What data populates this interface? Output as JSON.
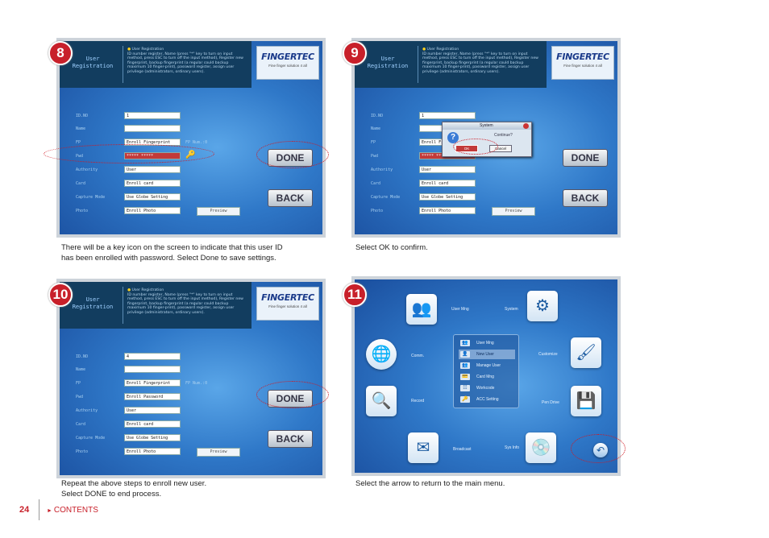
{
  "steps": [
    {
      "number": "8",
      "caption_line1": "There will be a key icon on the screen to indicate that this user ID",
      "caption_line2": "has been enrolled with password. Select Done to save settings."
    },
    {
      "number": "9",
      "caption_line1": "Select OK to confirm."
    },
    {
      "number": "10",
      "caption_line1": "Repeat the above steps to enroll new user.",
      "caption_line2": "Select DONE to end process."
    },
    {
      "number": "11",
      "caption_line1": "Select the arrow  to return to the main menu."
    }
  ],
  "screen": {
    "title_line1": "User",
    "title_line2": "Registration",
    "note_heading": "User Registration",
    "note_body": "ID number register, Name (press \"*\" key to turn on input method, press ESC to turn off the input method), Register new fingerprint, backup fingerprint (a regular could backup maximum 10 finger-print), password register, assign user privilege (administrators, ordinary users).",
    "logo_name": "FINGERTEC",
    "logo_tag": "Fine finger solution 4 all",
    "done_label": "DONE",
    "back_label": "BACK",
    "labels": {
      "id": "ID.NO",
      "name": "Name",
      "fp": "FP",
      "pwd": "Pwd",
      "authority": "Authority",
      "card": "Card",
      "capture": "Capture Mode",
      "photo": "Photo"
    },
    "fp_count": "FP Num.:0",
    "enroll_fp": "Enroll Fingerprint",
    "enroll_pwd": "Enroll Password",
    "pwd_masked": "*****  *****",
    "authority_value": "User",
    "enroll_card": "Enroll card",
    "capture_value": "Use Globe Setting",
    "enroll_photo": "Enroll Photo",
    "preview": "Preview",
    "id_value_a": "1",
    "id_value_b": "1",
    "id_value_c": "4"
  },
  "dialog": {
    "title": "System",
    "question": "Continue?",
    "ok": "OK",
    "cancel": "Cancel"
  },
  "main_menu": {
    "user_mng": "User Mng",
    "system": "System",
    "comm": "Comm.",
    "customize": "Customize",
    "record": "Record",
    "pen_drive": "Pen Drive",
    "broadcast": "Broadcast",
    "sys_info": "Sys Info",
    "submenu": [
      "User Mng",
      "New User",
      "Manage User",
      "Card Mng",
      "Workcode",
      "ACC Setting"
    ]
  },
  "footer": {
    "page": "24",
    "link": "CONTENTS"
  }
}
